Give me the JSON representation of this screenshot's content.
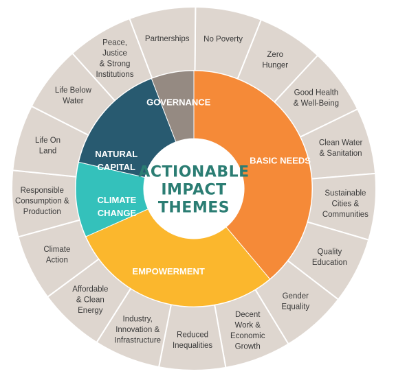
{
  "center": {
    "lines": [
      "ACTIONABLE",
      "IMPACT",
      "THEMES"
    ]
  },
  "colors": {
    "outer_ring": "#ded6cf",
    "outer_divider": "#ffffff",
    "center_fill": "#ffffff",
    "center_text": "#2b7d73",
    "basic_needs": "#f58a38",
    "empowerment": "#fbb72d",
    "climate_change": "#34c1bb",
    "natural_capital": "#285a70",
    "governance": "#958a82"
  },
  "themes": [
    {
      "id": "basic-needs",
      "lines": [
        "BASIC NEEDS"
      ],
      "color_key": "basic_needs"
    },
    {
      "id": "empowerment",
      "lines": [
        "EMPOWERMENT"
      ],
      "color_key": "empowerment"
    },
    {
      "id": "climate-change",
      "lines": [
        "CLIMATE",
        "CHANGE"
      ],
      "color_key": "climate_change"
    },
    {
      "id": "natural-capital",
      "lines": [
        "NATURAL",
        "CAPITAL"
      ],
      "color_key": "natural_capital"
    },
    {
      "id": "governance",
      "lines": [
        "GOVERNANCE"
      ],
      "color_key": "governance"
    }
  ],
  "goals": [
    {
      "id": "no-poverty",
      "lines": [
        "No Poverty"
      ]
    },
    {
      "id": "zero-hunger",
      "lines": [
        "Zero",
        "Hunger"
      ]
    },
    {
      "id": "good-health",
      "lines": [
        "Good Health",
        "& Well-Being"
      ]
    },
    {
      "id": "clean-water",
      "lines": [
        "Clean Water",
        "& Sanitation"
      ]
    },
    {
      "id": "sustainable-cities",
      "lines": [
        "Sustainable",
        "Cities &",
        "Communities"
      ]
    },
    {
      "id": "quality-education",
      "lines": [
        "Quality",
        "Education"
      ]
    },
    {
      "id": "gender-equality",
      "lines": [
        "Gender",
        "Equality"
      ]
    },
    {
      "id": "decent-work",
      "lines": [
        "Decent",
        "Work &",
        "Economic",
        "Growth"
      ]
    },
    {
      "id": "reduced-inequalities",
      "lines": [
        "Reduced",
        "Inequalities"
      ]
    },
    {
      "id": "industry-innovation",
      "lines": [
        "Industry,",
        "Innovation &",
        "Infrastructure"
      ]
    },
    {
      "id": "affordable-energy",
      "lines": [
        "Affordable",
        "& Clean",
        "Energy"
      ]
    },
    {
      "id": "climate-action",
      "lines": [
        "Climate",
        "Action"
      ]
    },
    {
      "id": "responsible-consumption",
      "lines": [
        "Responsible",
        "Consumption &",
        "Production"
      ]
    },
    {
      "id": "life-on-land",
      "lines": [
        "Life On",
        "Land"
      ]
    },
    {
      "id": "life-below-water",
      "lines": [
        "Life Below",
        "Water"
      ]
    },
    {
      "id": "peace-justice",
      "lines": [
        "Peace,",
        "Justice",
        "& Strong",
        "Institutions"
      ]
    },
    {
      "id": "partnerships",
      "lines": [
        "Partnerships"
      ]
    }
  ]
}
